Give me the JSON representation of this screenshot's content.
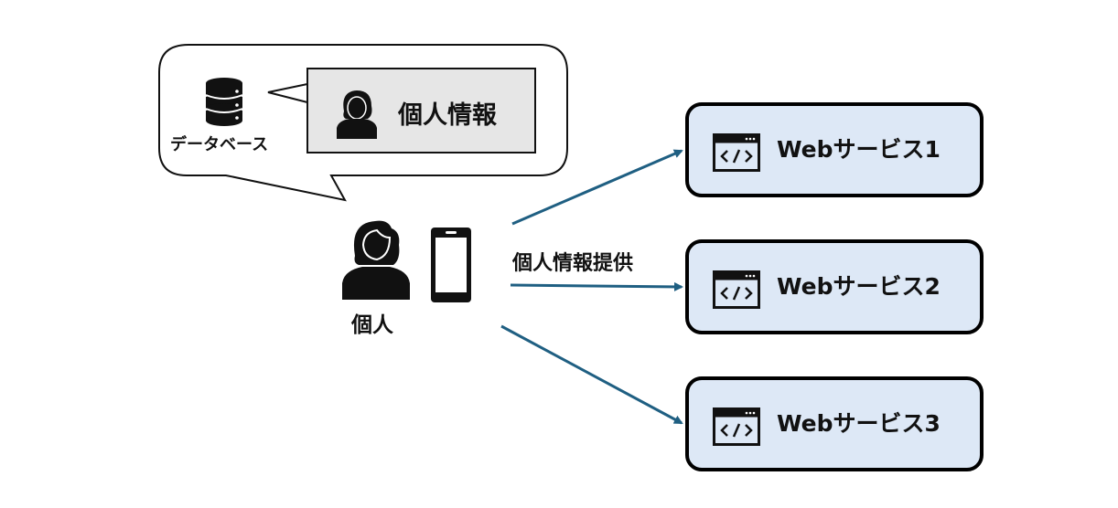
{
  "diagram": {
    "database": {
      "icon": "database-icon",
      "label": "データベース"
    },
    "stored_item": {
      "icon": "person-icon",
      "label": "個人情報"
    },
    "individual": {
      "icon": "person-icon",
      "label": "個人"
    },
    "device": {
      "icon": "smartphone-icon"
    },
    "flow_label": "個人情報提供",
    "services": [
      {
        "icon": "code-window-icon",
        "label": "Webサービス1"
      },
      {
        "icon": "code-window-icon",
        "label": "Webサービス2"
      },
      {
        "icon": "code-window-icon",
        "label": "Webサービス3"
      }
    ],
    "colors": {
      "arrow": "#1f5f82",
      "service_fill": "#dde8f6",
      "info_fill": "#e6e6e6",
      "outline": "#000000"
    }
  }
}
